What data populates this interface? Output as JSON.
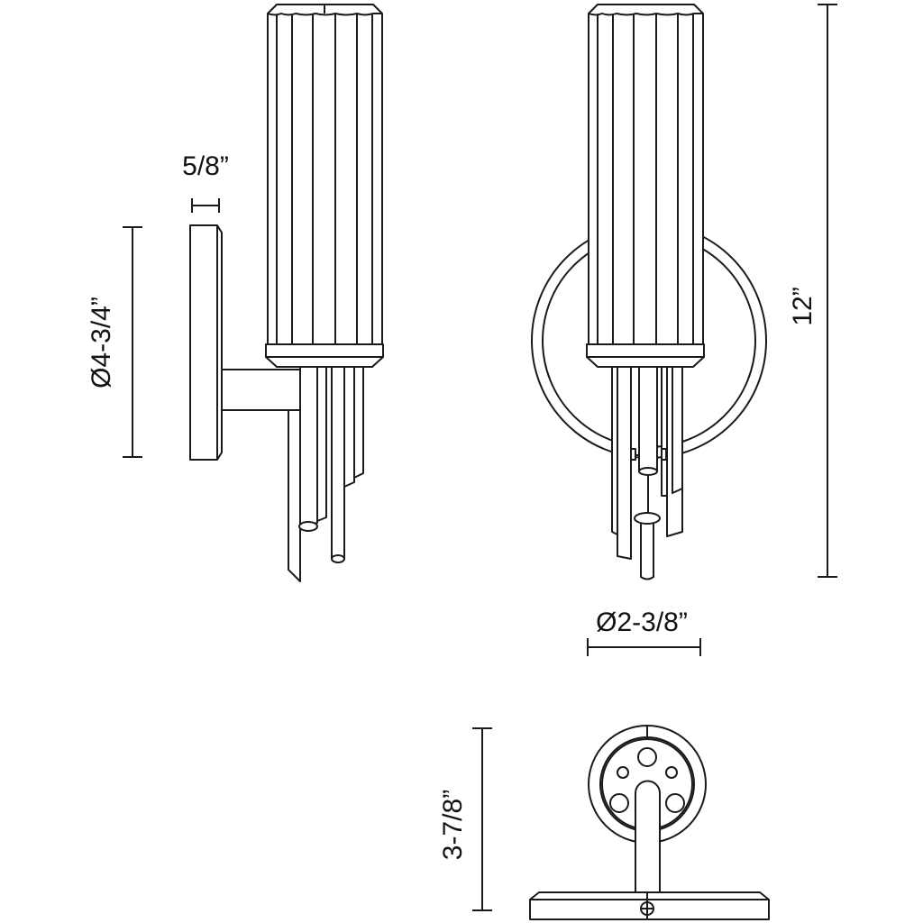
{
  "dimensions": {
    "backplate_depth": "5/8”",
    "backplate_diameter": "Ø4-3/4”",
    "overall_height": "12”",
    "shade_diameter": "Ø2-3/8”",
    "extension": "3-7/8”"
  },
  "colors": {
    "line": "#1a1a1a",
    "background": "#ffffff"
  }
}
